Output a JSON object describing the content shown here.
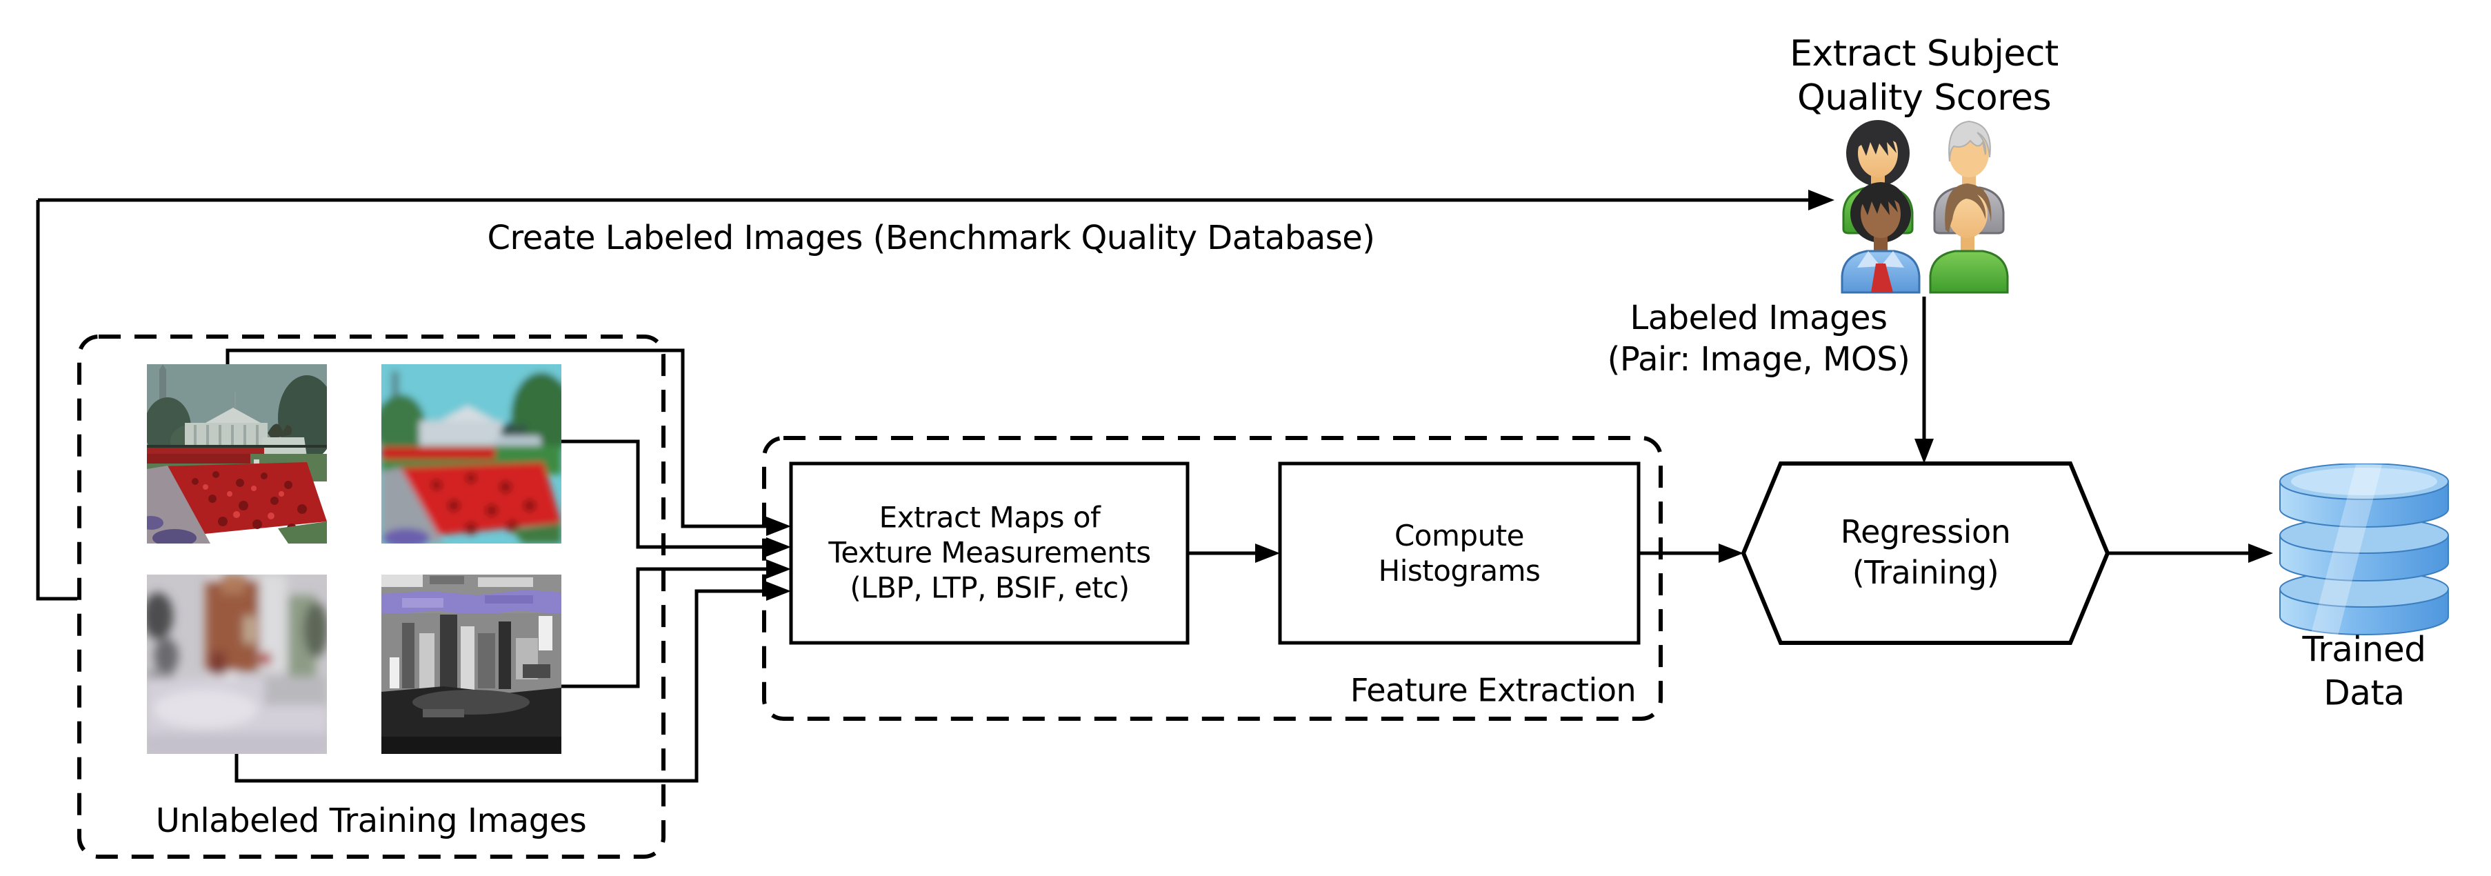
{
  "diagram": {
    "top_flow": {
      "create_arrow_label": "Create Labeled Images (Benchmark Quality Database)",
      "subject_panel": {
        "title": "Extract Subject\nQuality Scores",
        "icon": "four-evaluators-people-icon"
      },
      "labeled_output_label": "Labeled Images\n(Pair: Image, MOS)"
    },
    "unlabeled_box": {
      "label": "Unlabeled Training Images",
      "images": [
        {
          "name": "training-image-sharp-reference",
          "desc": "white-house-tulips-sharp"
        },
        {
          "name": "training-image-blurred",
          "desc": "white-house-tulips-blurred"
        },
        {
          "name": "training-image-low-quality",
          "desc": "blurry-street-scene"
        },
        {
          "name": "training-image-posterized",
          "desc": "posterized-city-skyline"
        }
      ]
    },
    "feature_box": {
      "label": "Feature Extraction",
      "nodes": [
        {
          "label": "Extract Maps of\nTexture Measurements\n(LBP, LTP, BSIF, etc)"
        },
        {
          "label": "Compute\nHistograms"
        }
      ]
    },
    "regression_node": {
      "label": "Regression\n(Training)"
    },
    "output_store": {
      "label": "Trained Data",
      "icon": "database-icon"
    }
  },
  "colors": {
    "line": "#000000",
    "background": "#ffffff",
    "db_blue_light": "#b5dcf8",
    "db_blue_mid": "#7db9ee",
    "db_blue_dark": "#4f97dd",
    "db_outline": "#3c7fc0",
    "shirt_green": "#5cbb3d",
    "shirt_blue": "#6fa8e0",
    "suit_gray": "#a2a2a8",
    "tie_red": "#cc2d2d",
    "skin_tan": "#f6c991",
    "skin_brown": "#9a6a46",
    "tulip_red": "#b01f1f",
    "sky_teal": "#7e9694",
    "sky_cyan": "#6fc9d6",
    "poster_purple": "#8c82cb"
  }
}
